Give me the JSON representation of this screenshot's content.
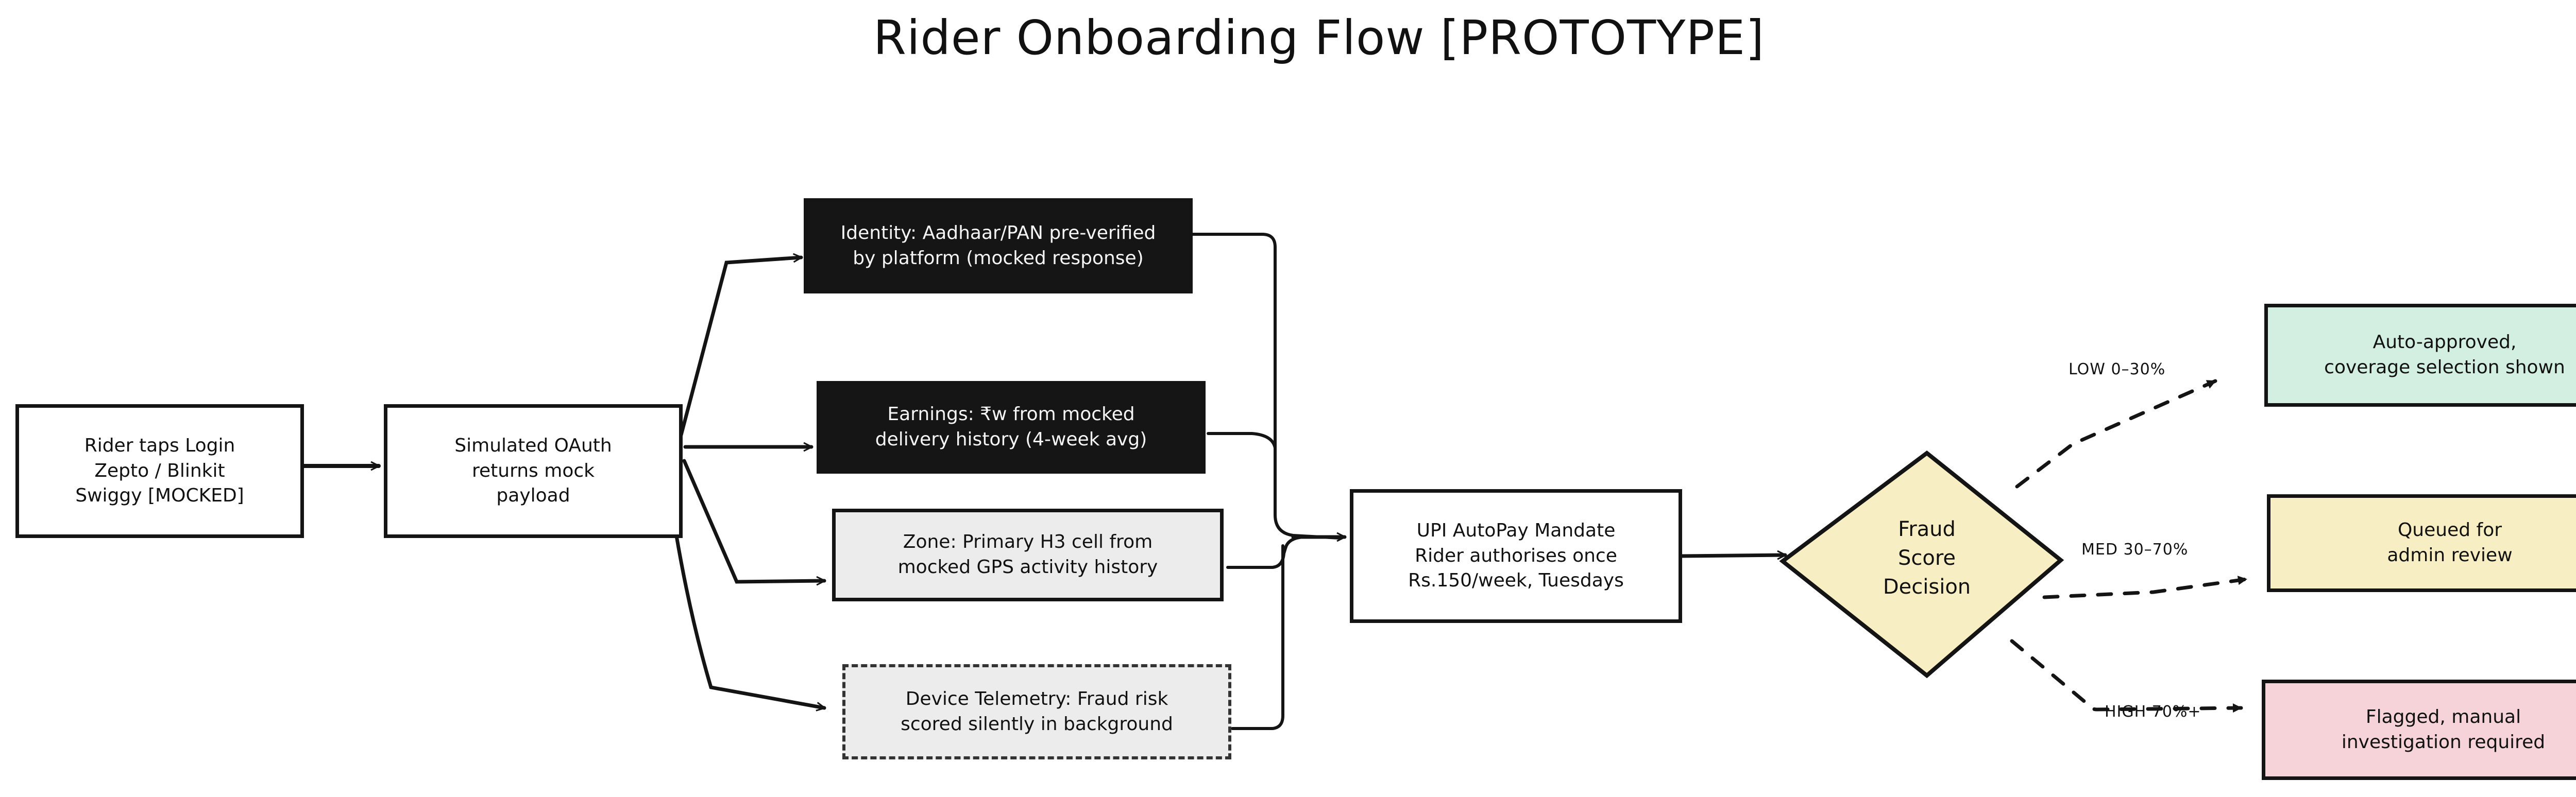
{
  "title": "Rider Onboarding Flow  [PROTOTYPE]",
  "colors": {
    "stroke": "#141414",
    "dark_fill": "#151515",
    "grey_fill": "#ececec",
    "decision_fill": "#f7efc3",
    "approved_fill": "#d3efe1",
    "review_fill": "#f7efc3",
    "flagged_fill": "#f5d3d8"
  },
  "nodes": {
    "login": {
      "label": "Rider taps Login\nZepto / Blinkit\nSwiggy [MOCKED]"
    },
    "oauth": {
      "label": "Simulated OAuth\nreturns mock\npayload"
    },
    "identity": {
      "label": "Identity: Aadhaar/PAN pre-verified\nby platform (mocked response)"
    },
    "earnings": {
      "label": "Earnings: ₹w from mocked\ndelivery history (4-week avg)"
    },
    "zone": {
      "label": "Zone: Primary H3 cell from\nmocked GPS activity history"
    },
    "telemetry": {
      "label": "Device Telemetry: Fraud risk\nscored silently in background"
    },
    "upi": {
      "label": "UPI AutoPay Mandate\nRider authorises once\nRs.150/week, Tuesdays"
    },
    "decision": {
      "label": "Fraud\nScore\nDecision"
    },
    "approved": {
      "label": "Auto-approved,\ncoverage selection shown"
    },
    "review": {
      "label": "Queued for\nadmin review"
    },
    "flagged": {
      "label": "Flagged, manual\ninvestigation required"
    }
  },
  "edge_labels": {
    "low": "LOW 0–30%",
    "med": "MED 30–70%",
    "high": "HIGH 70%+"
  }
}
